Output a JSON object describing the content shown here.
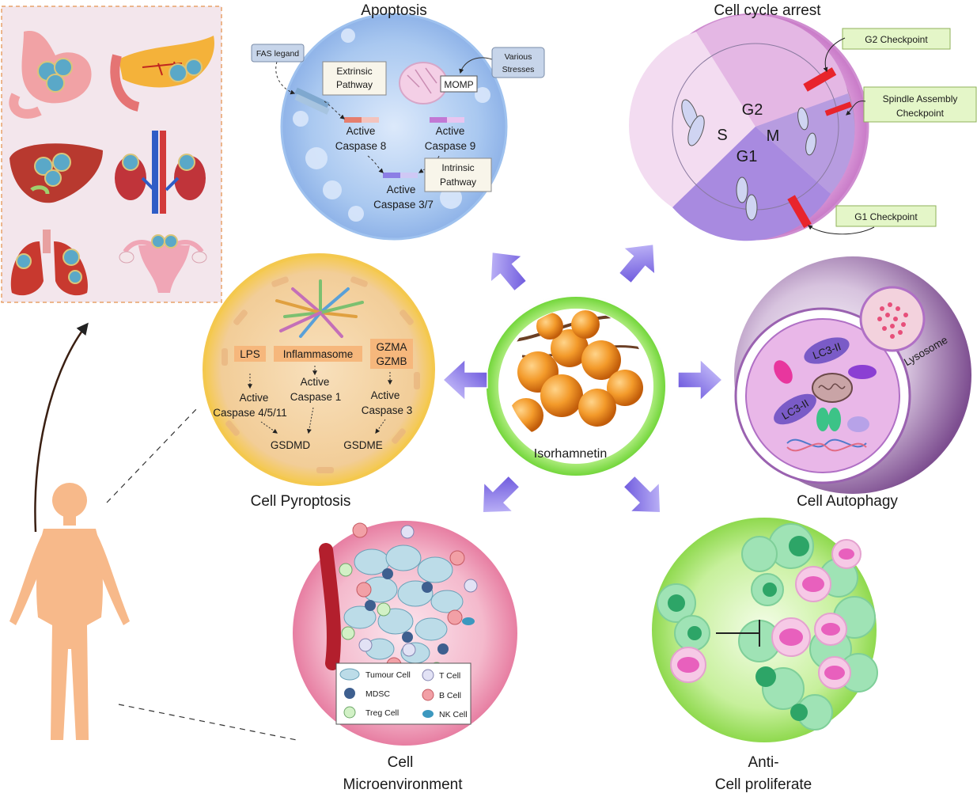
{
  "center": {
    "label": "Isorhamnetin"
  },
  "apoptosis": {
    "title": "Apoptosis",
    "fas_legand": "FAS legand",
    "extrinsic": [
      "Extrinsic",
      "Pathway"
    ],
    "various_stresses": [
      "Various",
      "Stresses"
    ],
    "momp": "MOMP",
    "active_caspase8": [
      "Active",
      "Caspase 8"
    ],
    "active_caspase9": [
      "Active",
      "Caspase 9"
    ],
    "intrinsic": [
      "Intrinsic",
      "Pathway"
    ],
    "active_caspase37": [
      "Active",
      "Caspase 3/7"
    ]
  },
  "cell_cycle": {
    "title": "Cell cycle arrest",
    "g2_checkpoint": "G2 Checkpoint",
    "spindle": [
      "Spindle Assembly",
      "Checkpoint"
    ],
    "g1_checkpoint": "G1 Checkpoint",
    "phases": {
      "g2": "G2",
      "s": "S",
      "m": "M",
      "g1": "G1"
    }
  },
  "pyroptosis": {
    "title": "Cell Pyroptosis",
    "lps": "LPS",
    "inflammasome": "Inflammasome",
    "gzma": "GZMA",
    "gzmb": "GZMB",
    "active_caspase4511": [
      "Active",
      "Caspase 4/5/11"
    ],
    "active_caspase1": [
      "Active",
      "Caspase 1"
    ],
    "active_caspase3": [
      "Active",
      "Caspase 3"
    ],
    "gsdmd": "GSDMD",
    "gsdme": "GSDME"
  },
  "autophagy": {
    "title": "Cell Autophagy",
    "lc3_top": "LC3-II",
    "lc3_bottom": "LC3-II",
    "lysosome": "Lysosome"
  },
  "microenvironment": {
    "title": [
      "Cell",
      "Microenvironment"
    ],
    "legend": {
      "tumour": "Tumour Cell",
      "mdsc": "MDSC",
      "treg": "Treg Cell",
      "tcell": "T Cell",
      "bcell": "B Cell",
      "nkcell": "NK Cell"
    }
  },
  "proliferation": {
    "title": [
      "Anti-",
      "Cell proliferate"
    ]
  },
  "colors": {
    "apoptosis_fill": "#a9c8f0",
    "cycle_fill": "#e7b5e6",
    "pyroptosis_fill": "#f4d2a3",
    "autophagy_fill": "#b493bf",
    "micro_fill": "#f2a7bf",
    "prolif_fill": "#a6e66b",
    "center_ring": "#8fe05a",
    "arrow": "#6f5be0",
    "panel_bg": "#f3e6ec",
    "human": "#f7b98a"
  }
}
